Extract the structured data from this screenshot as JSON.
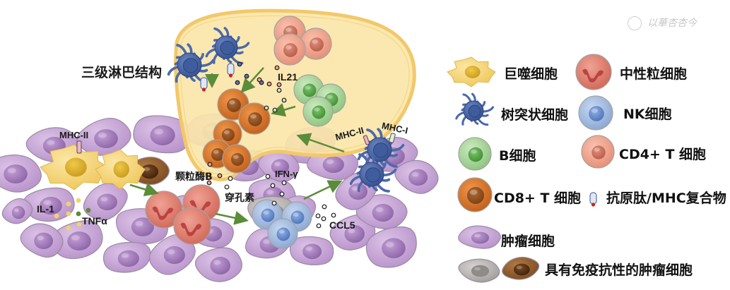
{
  "diagram": {
    "tls_label": "三级淋巴结构",
    "annotations": {
      "mhc_ii_left": "MHC-II",
      "mhc_ii_right": "MHC-II",
      "mhc_i_right": "MHC-I",
      "il21": "IL21",
      "il1": "IL-1",
      "tnfa": "TNFα",
      "granzyme_b": "颗粒酶B",
      "perforin": "穿孔素",
      "ifn_gamma": "IFN-γ",
      "ccl5": "CCL5"
    },
    "colors": {
      "tumor": "#c9a6d6",
      "tumor_nucleus": "#a57fbe",
      "tls_fill": "#fbe6a8",
      "tls_border": "#f2c86a",
      "macrophage": "#f6d77a",
      "macrophage_nucleus": "#d9ae2e",
      "dendritic": "#4b6aac",
      "neutrophil": "#e07b6e",
      "nk": "#9db7de",
      "b_cell": "#a9d69a",
      "cd4": "#f0a590",
      "cd8": "#d9742a",
      "resistant_gray": "#b9b5b3",
      "resistant_brown": "#8f5a2b",
      "arrow": "#5b8c3a"
    }
  },
  "legend": {
    "items": [
      {
        "icon": "macrophage-icon",
        "label": "巨噬细胞"
      },
      {
        "icon": "neutrophil-icon",
        "label": "中性粒细胞"
      },
      {
        "icon": "dendritic-cell-icon",
        "label": "树突状细胞"
      },
      {
        "icon": "nk-cell-icon",
        "label": "NK细胞"
      },
      {
        "icon": "b-cell-icon",
        "label": "B细胞"
      },
      {
        "icon": "cd4-t-cell-icon",
        "label": "CD4+ T 细胞"
      },
      {
        "icon": "cd8-t-cell-icon",
        "label": "CD8+ T 细胞"
      },
      {
        "icon": "peptide-mhc-icon",
        "label": "抗原肽/MHC复合物"
      },
      {
        "icon": "tumor-cell-icon",
        "label": "肿瘤细胞"
      },
      {
        "icon": "resistant-tumor-cell-icon",
        "label": "具有免疫抗性的肿瘤细胞"
      }
    ]
  },
  "watermark": {
    "text": "以華杏杏今"
  }
}
